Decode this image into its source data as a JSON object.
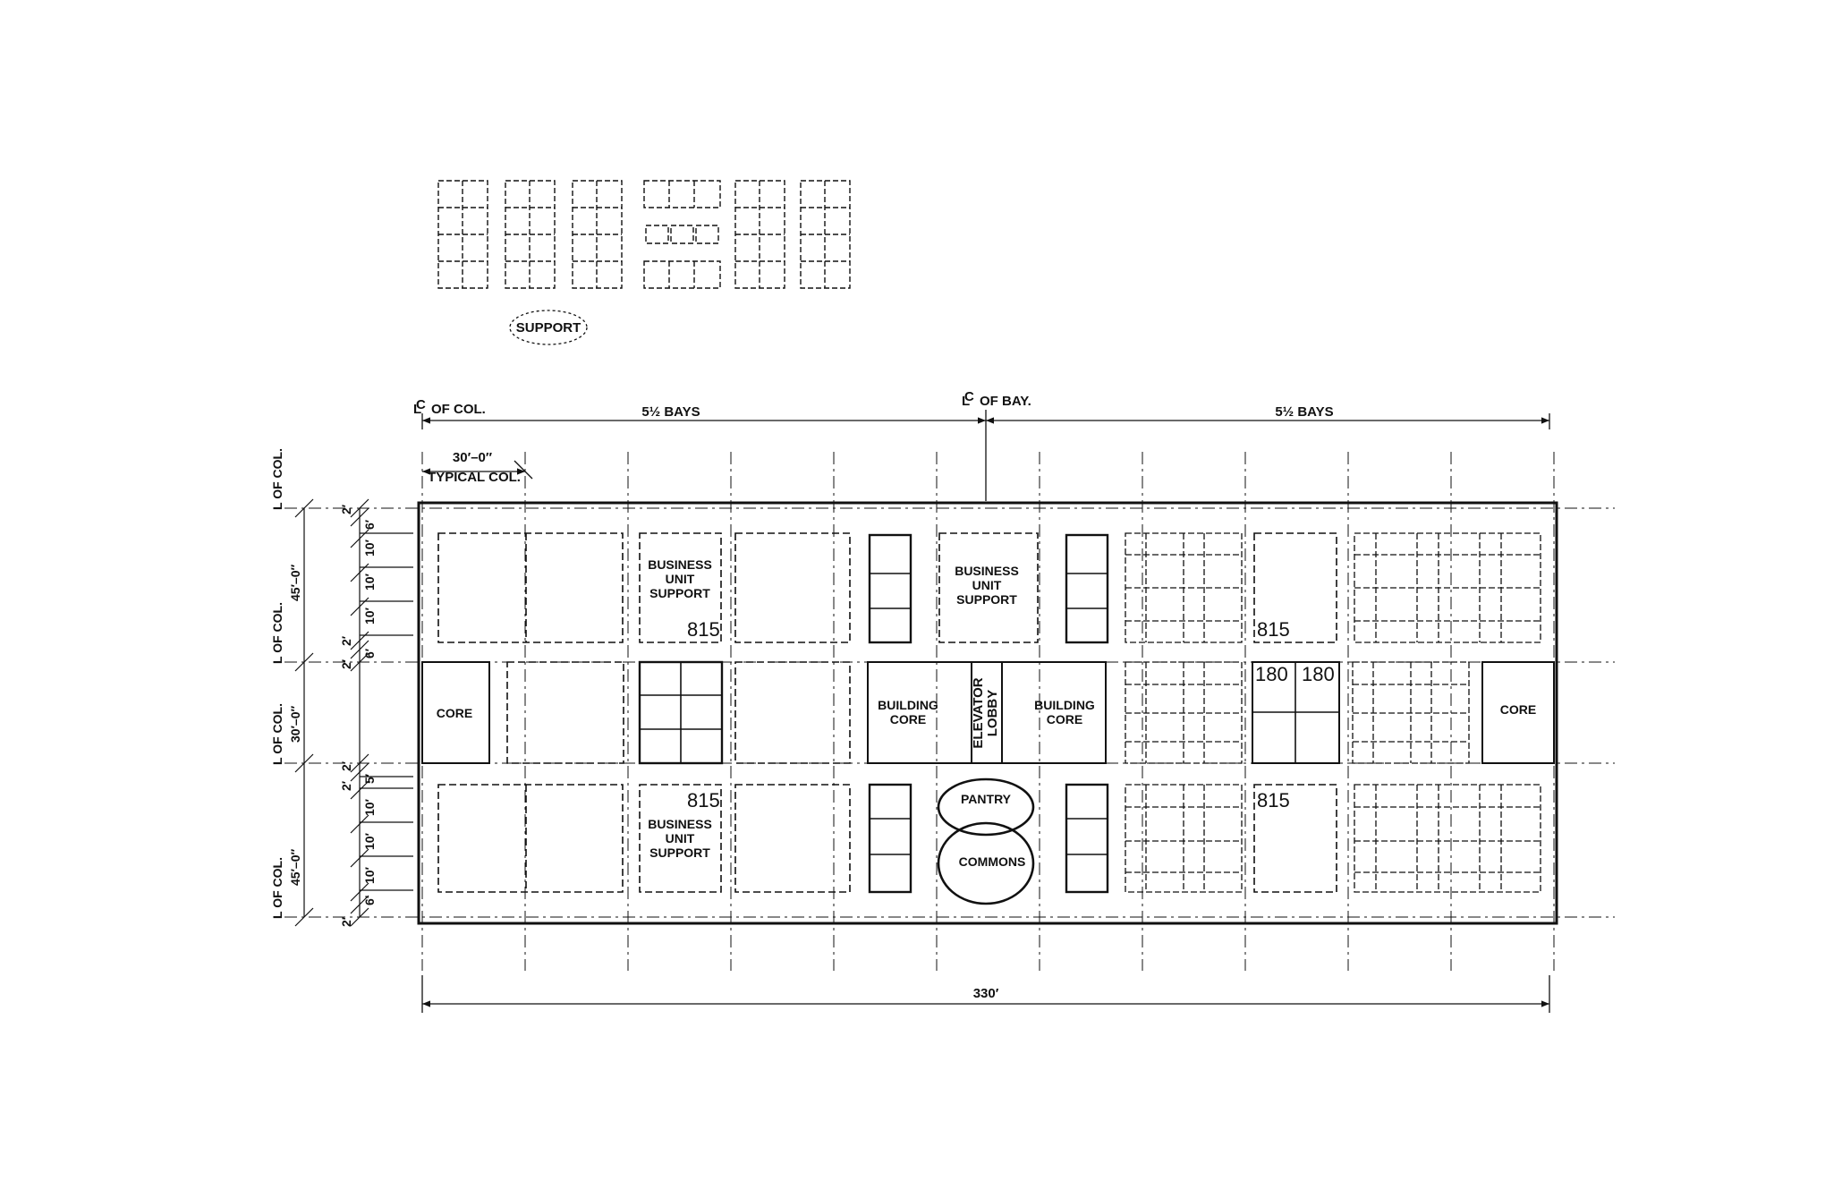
{
  "labels": {
    "support_oval": "SUPPORT",
    "cl_of_col": "OF COL.",
    "cl_of_bay": "OF BAY.",
    "half_bays_left": "5½ BAYS",
    "half_bays_right": "5½ BAYS",
    "typical_col_dim": "30′–0″",
    "typical_col": "TYPICAL COL.",
    "overall_length": "330′",
    "l_of_col": "L OF COL.",
    "row_a_height": "45′–0″",
    "row_b_height": "30′–0″",
    "row_c_height": "45′–0″",
    "dim_2": "2′",
    "dim_5": "5′",
    "dim_6": "6′",
    "dim_10": "10′"
  },
  "rooms": {
    "bus_unit_1": [
      "BUSINESS",
      "UNIT",
      "SUPPORT"
    ],
    "bus_unit_2": [
      "BUSINESS",
      "UNIT",
      "SUPPORT"
    ],
    "bus_unit_3": [
      "BUSINESS",
      "UNIT",
      "SUPPORT"
    ],
    "core_left": "CORE",
    "core_right": "CORE",
    "building_core_left": [
      "BUILDING",
      "CORE"
    ],
    "building_core_right": [
      "BUILDING",
      "CORE"
    ],
    "elevator_lobby": [
      "ELEVATOR",
      "LOBBY"
    ],
    "pantry": "PANTRY",
    "commons": "COMMONS",
    "area_815_a": "815",
    "area_815_b": "815",
    "area_815_c": "815",
    "area_815_d": "815",
    "area_180_a": "180",
    "area_180_b": "180"
  },
  "colors": {
    "line": "#111111",
    "background": "#ffffff"
  }
}
